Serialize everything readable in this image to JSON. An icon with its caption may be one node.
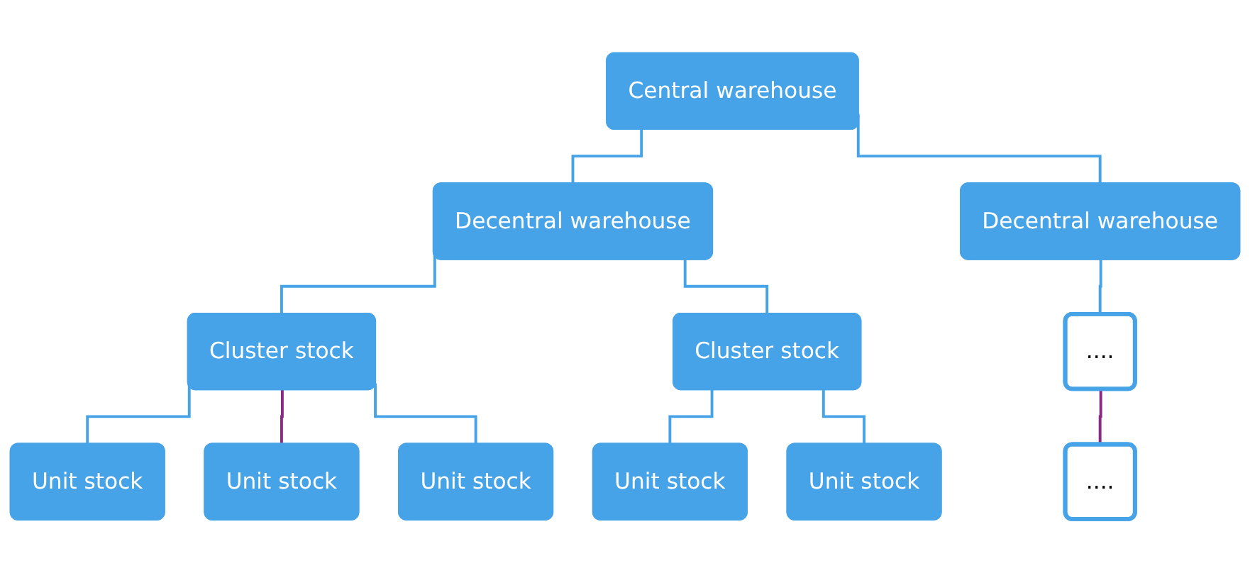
{
  "diagram": {
    "nodes": [
      {
        "text": [
          "Central warehouse"
        ]
      },
      {
        "text": [
          "Decentral warehouse"
        ]
      },
      {
        "text": [
          "Decentral warehouse"
        ]
      },
      {
        "text": [
          "Cluster stock"
        ]
      },
      {
        "text": [
          "Cluster stock"
        ]
      },
      {
        "text": [
          "...."
        ]
      },
      {
        "text": [
          "Unit stock"
        ]
      },
      {
        "text": [
          "Unit stock"
        ]
      },
      {
        "text": [
          "Unit stock"
        ]
      },
      {
        "text": [
          "Unit stock"
        ]
      },
      {
        "text": [
          "Unit stock"
        ]
      },
      {
        "text": [
          "...."
        ]
      }
    ],
    "edges": [
      {
        "from": 0,
        "to": 1,
        "arrow": "none"
      },
      {
        "from": 0,
        "to": 2,
        "arrow": "none"
      },
      {
        "from": 1,
        "to": 3,
        "arrow": "none"
      },
      {
        "from": 1,
        "to": 4,
        "arrow": "none"
      },
      {
        "from": 2,
        "to": 5,
        "arrow": "none"
      },
      {
        "from": 3,
        "to": 6,
        "arrow": "none"
      },
      {
        "from": 3,
        "to": 7,
        "arrow": "none",
        "color": "#8b2a86"
      },
      {
        "from": 3,
        "to": 8,
        "arrow": "none"
      },
      {
        "from": 4,
        "to": 9,
        "arrow": "none"
      },
      {
        "from": 4,
        "to": 10,
        "arrow": "none"
      },
      {
        "from": 5,
        "to": 11,
        "arrow": "none",
        "color": "#8b2a86"
      }
    ]
  }
}
